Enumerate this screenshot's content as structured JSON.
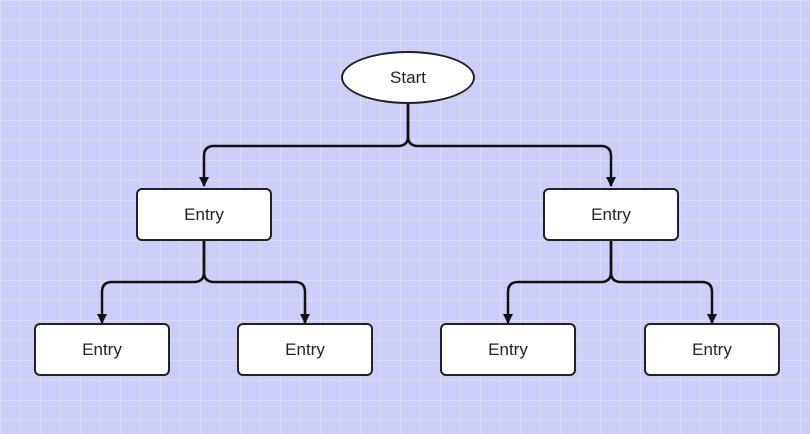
{
  "diagram": {
    "background": "#cdcdfa",
    "start": {
      "label": "Start"
    },
    "left": {
      "label": "Entry",
      "children": [
        {
          "label": "Entry"
        },
        {
          "label": "Entry"
        }
      ]
    },
    "right": {
      "label": "Entry",
      "children": [
        {
          "label": "Entry"
        },
        {
          "label": "Entry"
        }
      ]
    }
  }
}
